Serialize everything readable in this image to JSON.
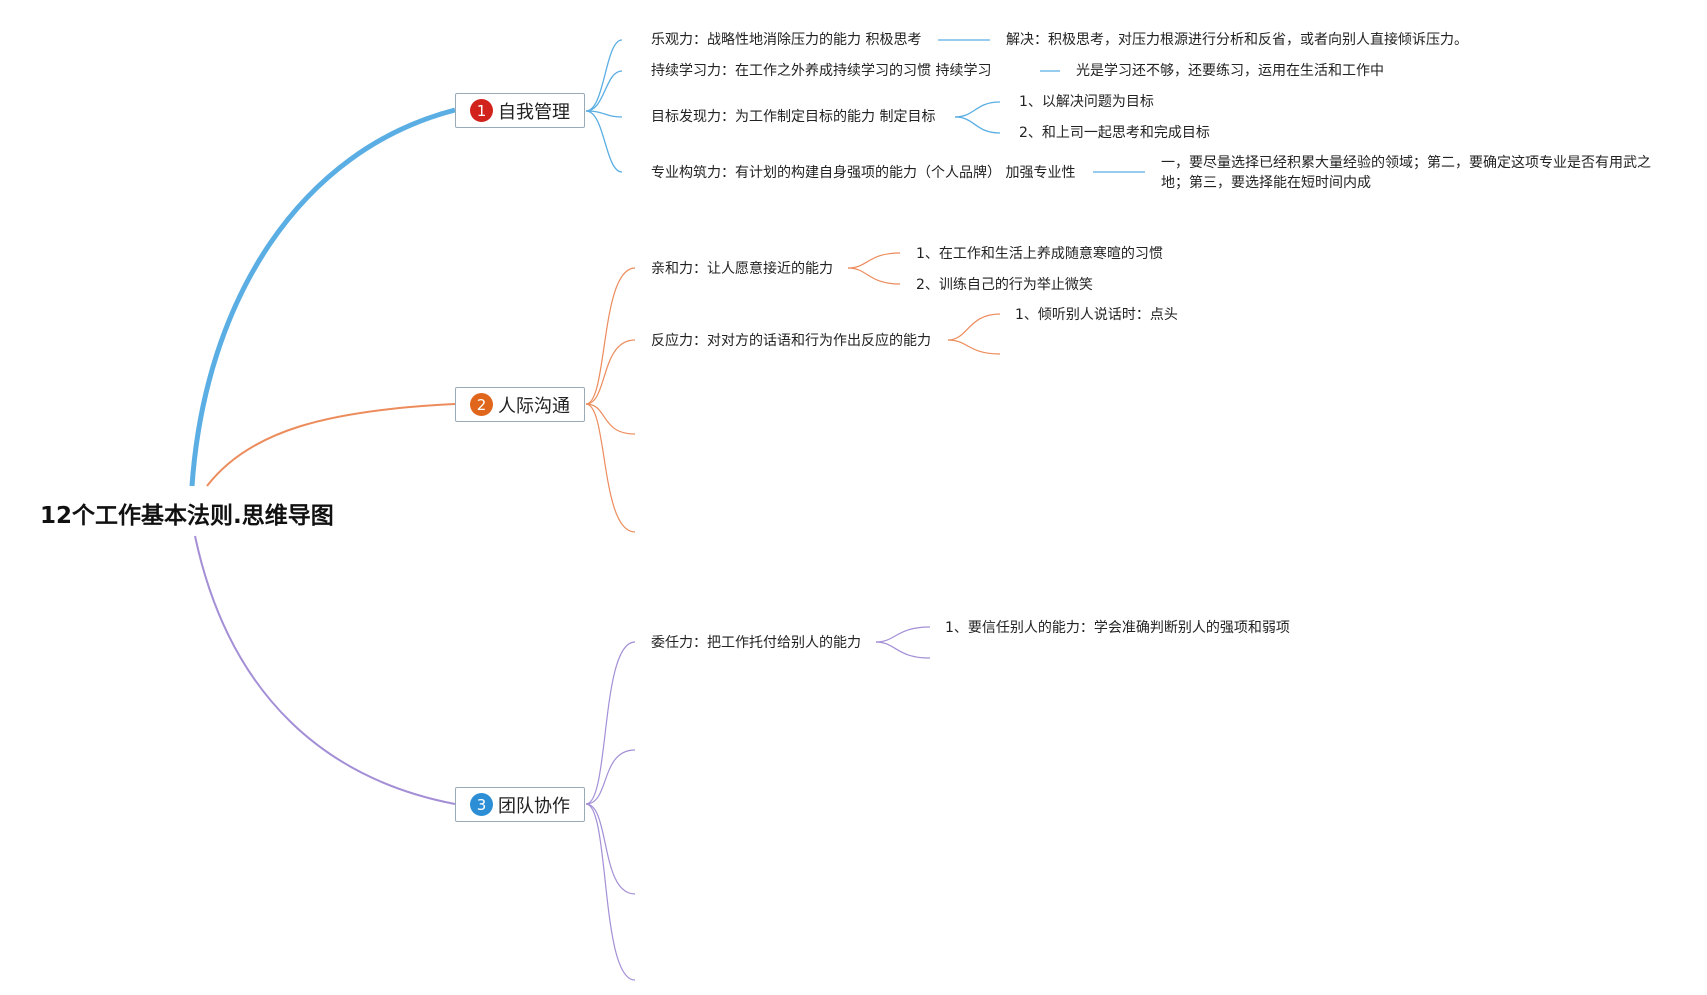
{
  "root": {
    "title": "12个工作基本法则.思维导图"
  },
  "branches": [
    {
      "num": "1",
      "label": "自我管理",
      "color": "#5aaee3",
      "badge": "#d1221c",
      "items": [
        {
          "label": "乐观力：战略性地消除压力的能力 积极思考",
          "child": "解决：积极思考，对压力根源进行分析和反省，或者向别人直接倾诉压力。"
        },
        {
          "label": "持续学习力：在工作之外养成持续学习的习惯 持续学习",
          "child": "光是学习还不够，还要练习，运用在生活和工作中"
        },
        {
          "label": "目标发现力：为工作制定目标的能力 制定目标",
          "children": [
            "1、以解决问题为目标",
            "2、和上司一起思考和完成目标"
          ]
        },
        {
          "label": "专业构筑力：有计划的构建自身强项的能力（个人品牌） 加强专业性",
          "child": "一，要尽量选择已经积累大量经验的领域；第二，要确定这项专业是否有用武之地；第三，要选择能在短时间内成"
        }
      ]
    },
    {
      "num": "2",
      "label": "人际沟通",
      "color": "#ec8c5c",
      "badge": "#e0661c",
      "items": [
        {
          "label": "亲和力：让人愿意接近的能力",
          "children": [
            "1、在工作和生活上养成随意寒暄的习惯",
            "2、训练自己的行为举止微笑"
          ]
        },
        {
          "label": "反应力：对对方的话语和行为作出反应的能力",
          "children": [
            "1、倾听别人说话时：点头"
          ]
        }
      ]
    },
    {
      "num": "3",
      "label": "团队协作",
      "color": "#a48fd6",
      "badge": "#2c8fd6",
      "items": [
        {
          "label": "委任力：把工作托付给别人的能力",
          "children": [
            "1、要信任别人的能力：学会准确判断别人的强项和弱项"
          ]
        }
      ]
    }
  ]
}
